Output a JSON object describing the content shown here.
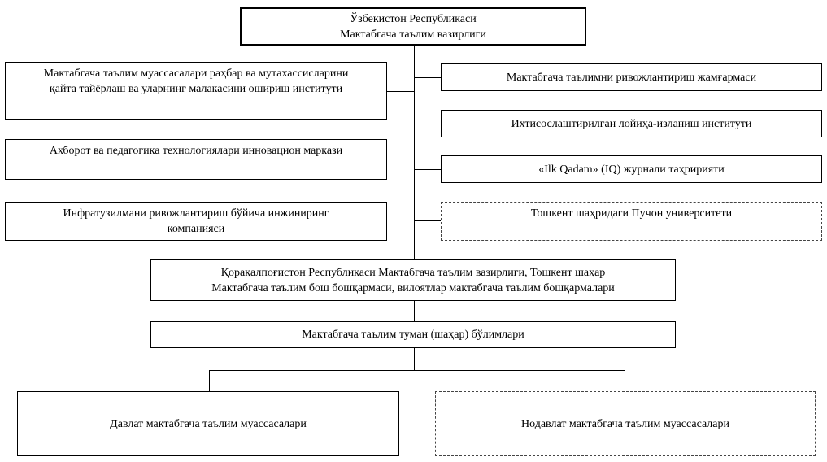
{
  "ministry": "Ўзбекистон Республикаси\nМактабгача таълим вазирлиги",
  "left_units": [
    "Мактабгача таълим муассасалари раҳбар ва мутахассисларини\nқайта тайёрлаш ва уларнинг малакасини ошириш институти",
    "Ахборот ва педагогика технологиялари инновацион маркази",
    "Инфратузилмани ривожлантириш бўйича инжиниринг\nкомпанияси"
  ],
  "right_units": [
    "Мактабгача таълимни ривожлантириш жамғармаси",
    "Ихтисослаштирилган лойиҳа-изланиш институти",
    "«Ilk Qadam» (IQ) журнали таҳририяти",
    "Тошкент шаҳридаги Пучон университети"
  ],
  "regional": "Қорақалпоғистон Республикаси Мактабгача таълим вазирлиги, Тошкент шаҳар\nМактабгача таълим бош бошқармаси, вилоятлар мактабгача таълим бошқармалари",
  "district": "Мактабгача таълим туман (шаҳар) бўлимлари",
  "state_institutions": "Давлат мактабгача таълим муассасалари",
  "private_institutions": "Нодавлат мактабгача таълим муассасалари"
}
